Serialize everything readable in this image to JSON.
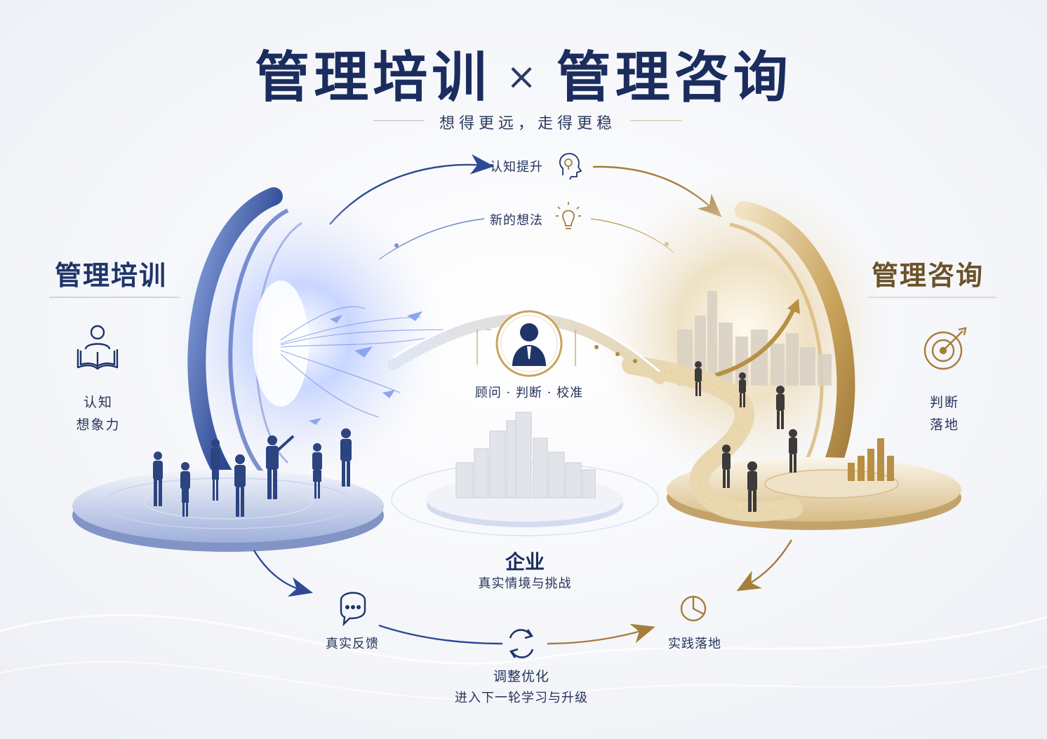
{
  "header": {
    "title_left": "管理培训",
    "title_sep": "×",
    "title_right": "管理咨询",
    "subtitle": "想得更远，走得更稳"
  },
  "left_panel": {
    "title": "管理培训",
    "icon": "open-book-reader-icon",
    "lines": [
      "认知",
      "想象力"
    ]
  },
  "right_panel": {
    "title": "管理咨询",
    "icon": "target-arrow-icon",
    "lines": [
      "判断",
      "落地"
    ]
  },
  "top_flow": {
    "arc_outer_label": "认知提升",
    "arc_outer_icon": "head-lightbulb-icon",
    "arc_inner_label": "新的想法",
    "arc_inner_icon": "lightbulb-icon"
  },
  "center": {
    "advisor_icon": "businessman-avatar-icon",
    "advisor_caption": "顾问 · 判断 · 校准",
    "enterprise_title": "企业",
    "enterprise_sub": "真实情境与挑战"
  },
  "bottom_flow": {
    "feedback_label": "真实反馈",
    "feedback_icon": "chat-bubble-icon",
    "practice_label": "实践落地",
    "practice_icon": "pie-chart-icon",
    "optimize_label": "调整优化",
    "optimize_sub": "进入下一轮学习与升级",
    "optimize_icon": "refresh-cycle-icon"
  },
  "colors": {
    "navy": "#1b2d5e",
    "blue_accent": "#3b5bb5",
    "gold_accent": "#b8904a",
    "background": "#f6f7fb"
  }
}
